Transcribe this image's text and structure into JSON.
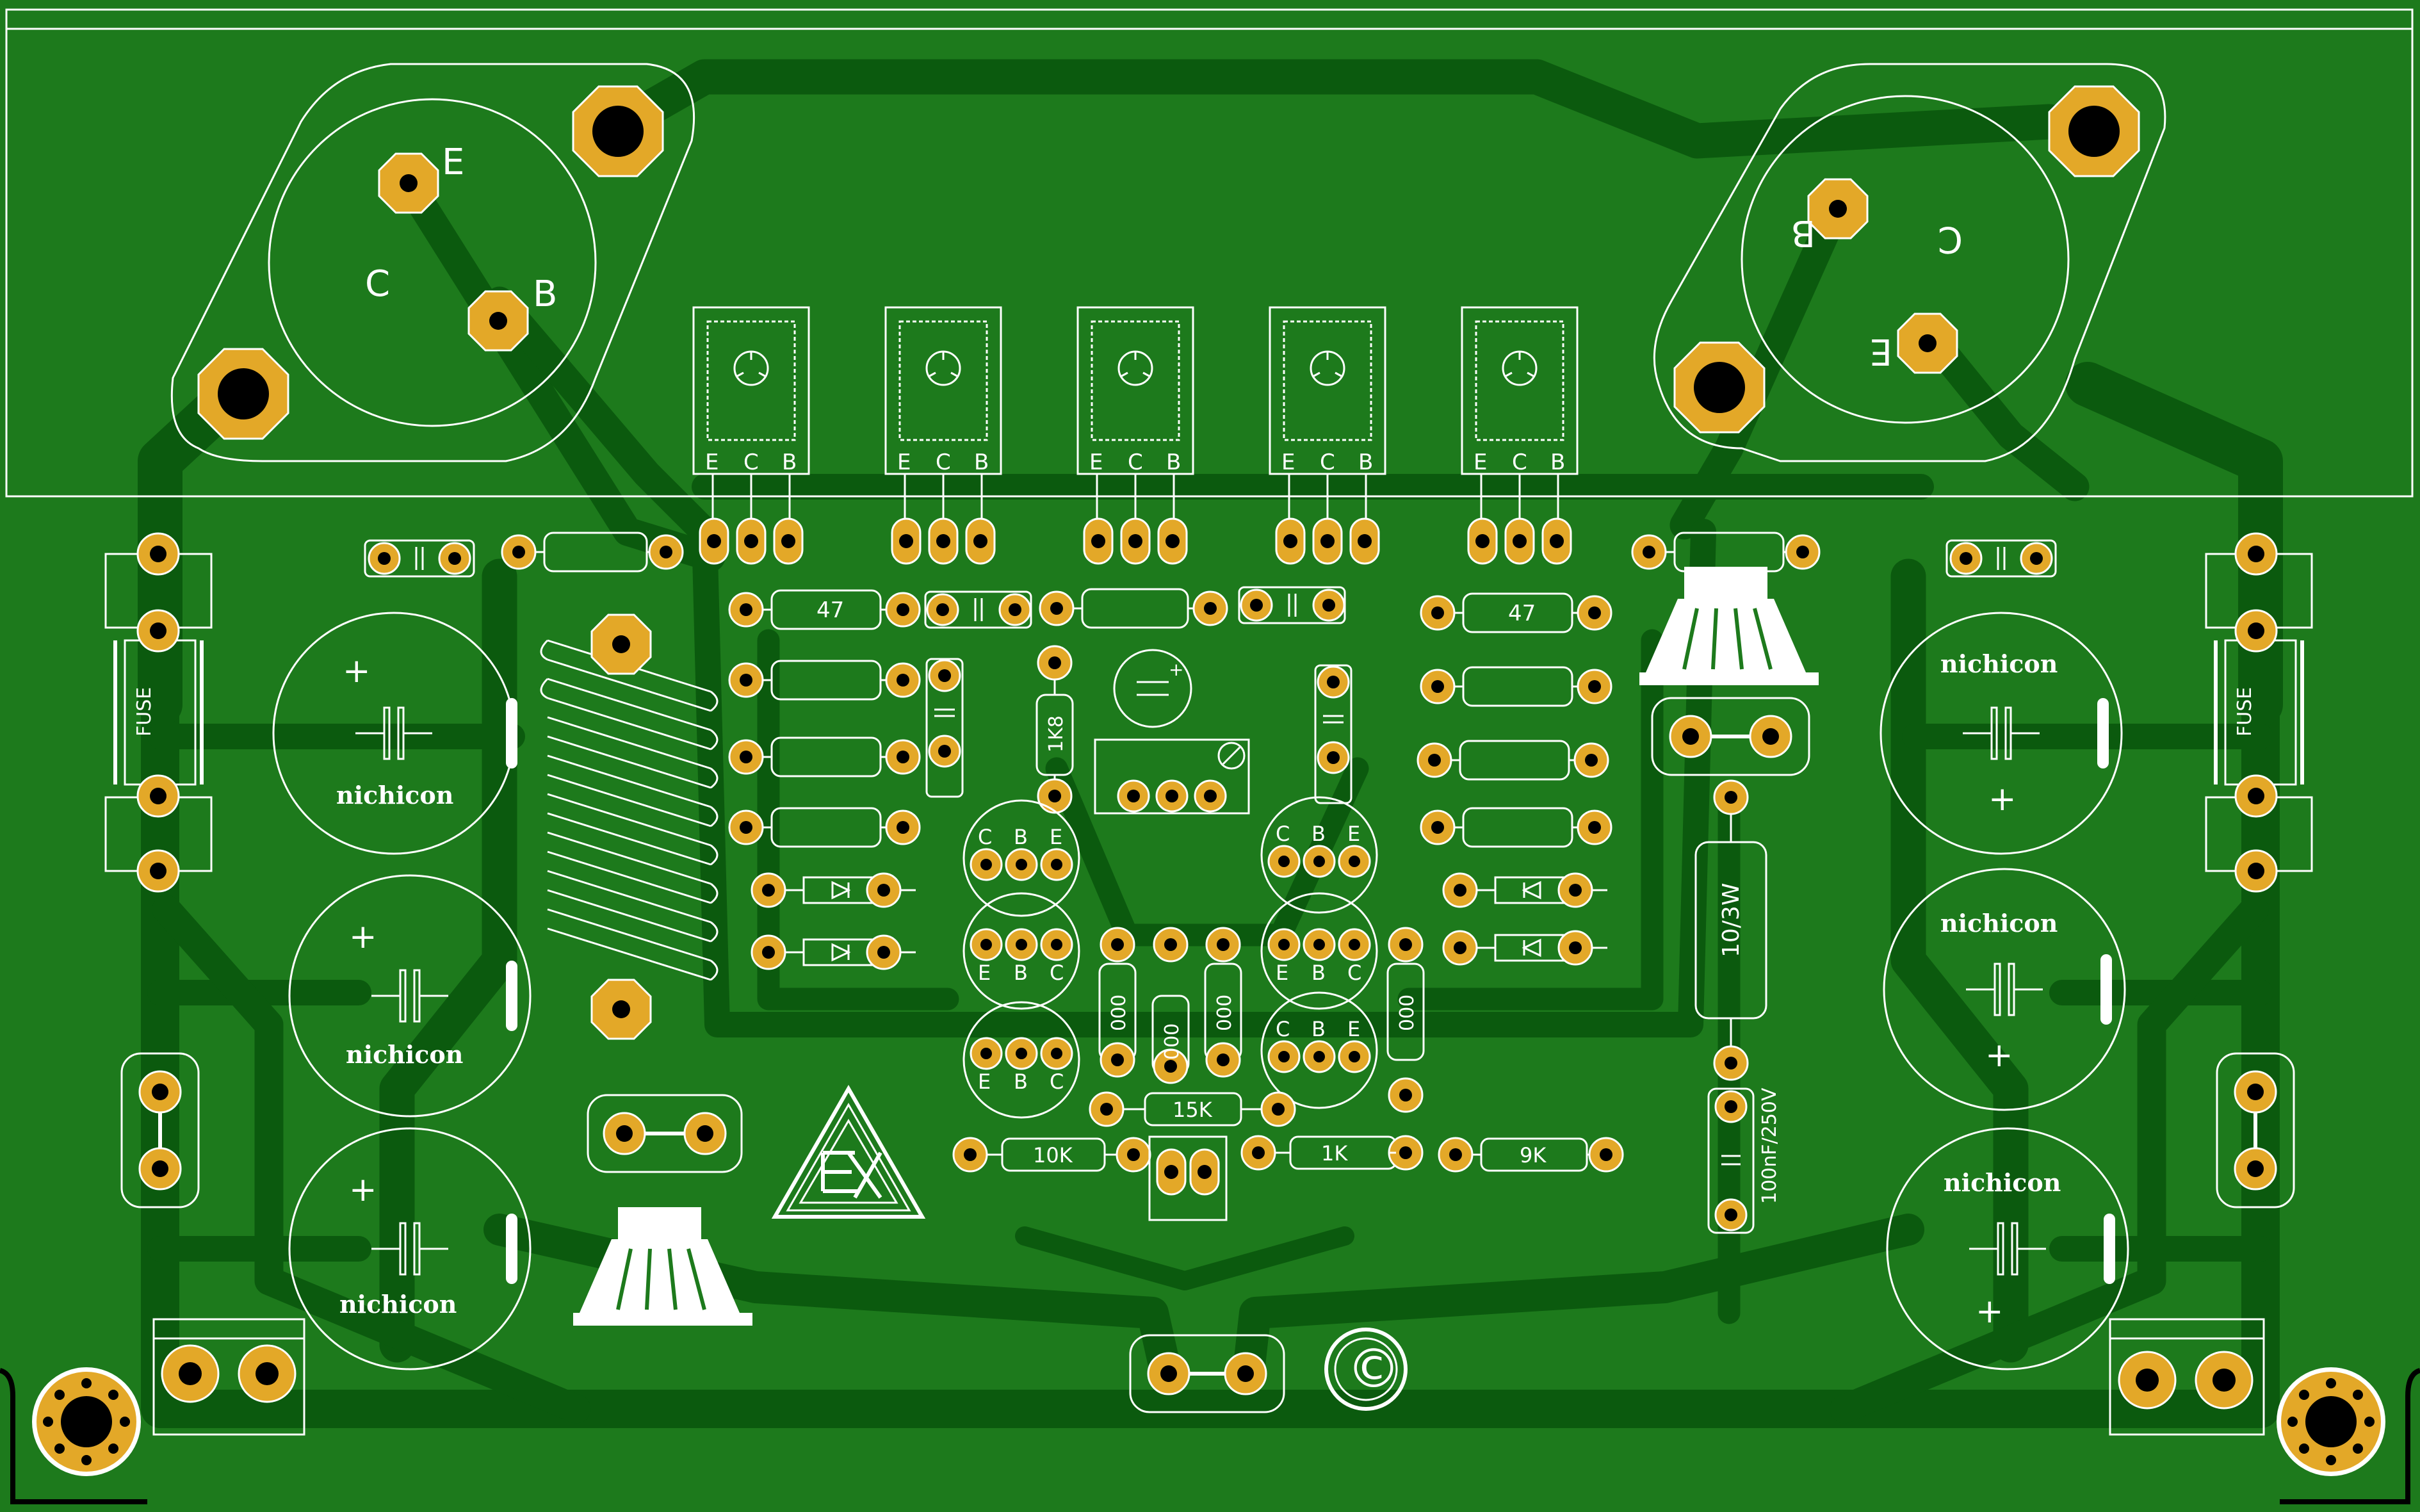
{
  "colors": {
    "board": "#1d7a1c",
    "trace": "#0b5a0e",
    "pad": "#e3a828",
    "silkscreen": "#ffffff"
  },
  "power_transistors": {
    "left": {
      "pin_e": "E",
      "pin_c": "C",
      "pin_b": "B"
    },
    "right": {
      "pin_b": "B",
      "pin_c": "C",
      "pin_e": "E"
    }
  },
  "driver_transistors": [
    {
      "pins": [
        "E",
        "C",
        "B"
      ]
    },
    {
      "pins": [
        "E",
        "C",
        "B"
      ]
    },
    {
      "pins": [
        "E",
        "C",
        "B"
      ]
    },
    {
      "pins": [
        "E",
        "C",
        "B"
      ]
    },
    {
      "pins": [
        "E",
        "C",
        "B"
      ]
    }
  ],
  "capacitors": {
    "brand": "nichicon",
    "plus": "+"
  },
  "fuses": {
    "left": "FUSE",
    "right": "FUSE"
  },
  "resistors": {
    "r47_left": "47",
    "r47_right": "47",
    "r1k8": "1K8",
    "r10_3w": "10/3W",
    "r10k": "10K",
    "r15k": "15K",
    "r1k": "1K",
    "r9k": "9K",
    "r000_a": "000",
    "r000_b": "000",
    "r000_c": "000",
    "r000_d": "000"
  },
  "small_transistors": {
    "top_left": [
      "C",
      "B",
      "E"
    ],
    "mid_left": [
      "E",
      "B",
      "C"
    ],
    "bottom_left": [
      "E",
      "B",
      "C"
    ],
    "top_right": [
      "C",
      "B",
      "E"
    ],
    "mid_right": [
      "E",
      "B",
      "C"
    ],
    "bottom_right": [
      "C",
      "B",
      "E"
    ]
  },
  "film_cap": "100nF/250V",
  "copyright_symbol": "©",
  "icons": [
    "speaker-icon",
    "warning-triangle-icon",
    "trimmer-potentiometer-icon",
    "inductor-coil-icon"
  ]
}
